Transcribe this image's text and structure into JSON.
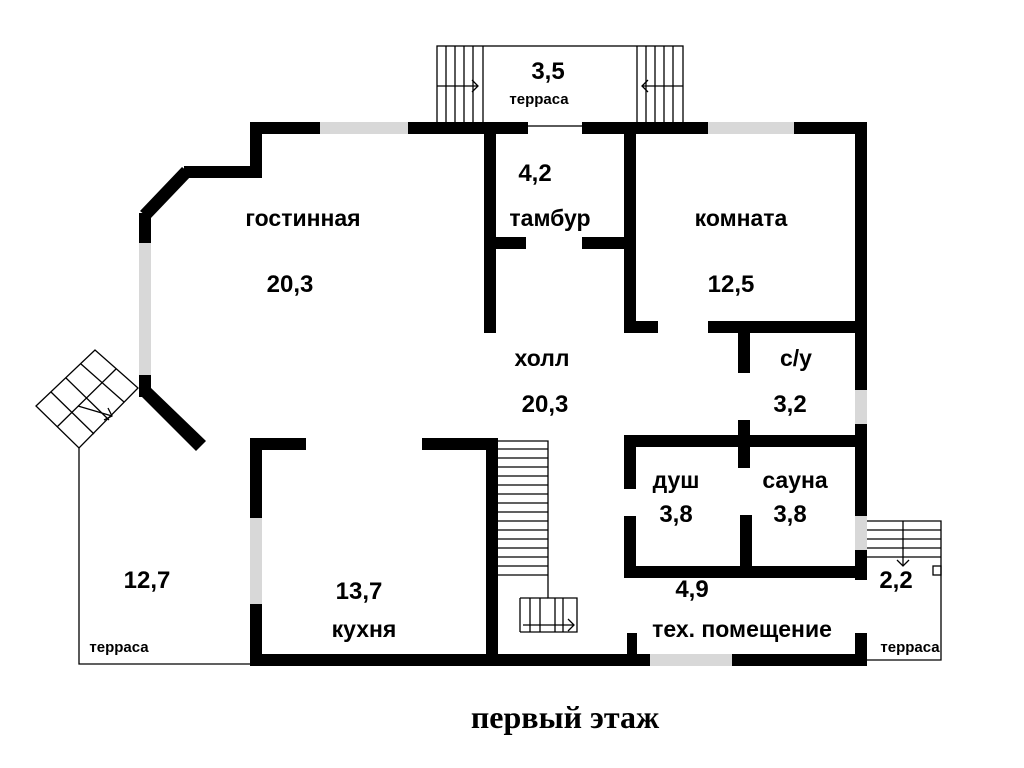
{
  "title": "первый этаж",
  "rooms": {
    "living": {
      "name": "гостинная",
      "area": "20,3"
    },
    "vestibule": {
      "name": "тамбур",
      "area": "4,2"
    },
    "room": {
      "name": "комната",
      "area": "12,5"
    },
    "hall": {
      "name": "холл",
      "area": "20,3"
    },
    "wc": {
      "name": "с/у",
      "area": "3,2"
    },
    "shower": {
      "name": "душ",
      "area": "3,8"
    },
    "sauna": {
      "name": "сауна",
      "area": "3,8"
    },
    "kitchen": {
      "name": "кухня",
      "area": "13,7"
    },
    "tech": {
      "name": "тех. помещение",
      "area": "4,9"
    }
  },
  "terraces": {
    "top": {
      "name": "терраса",
      "area": "3,5"
    },
    "left": {
      "name": "терраса",
      "area": "12,7"
    },
    "right": {
      "name": "терраса",
      "area": "2,2"
    }
  },
  "colors": {
    "wall": "#000000",
    "window": "#d8d8d8",
    "background": "#ffffff"
  }
}
